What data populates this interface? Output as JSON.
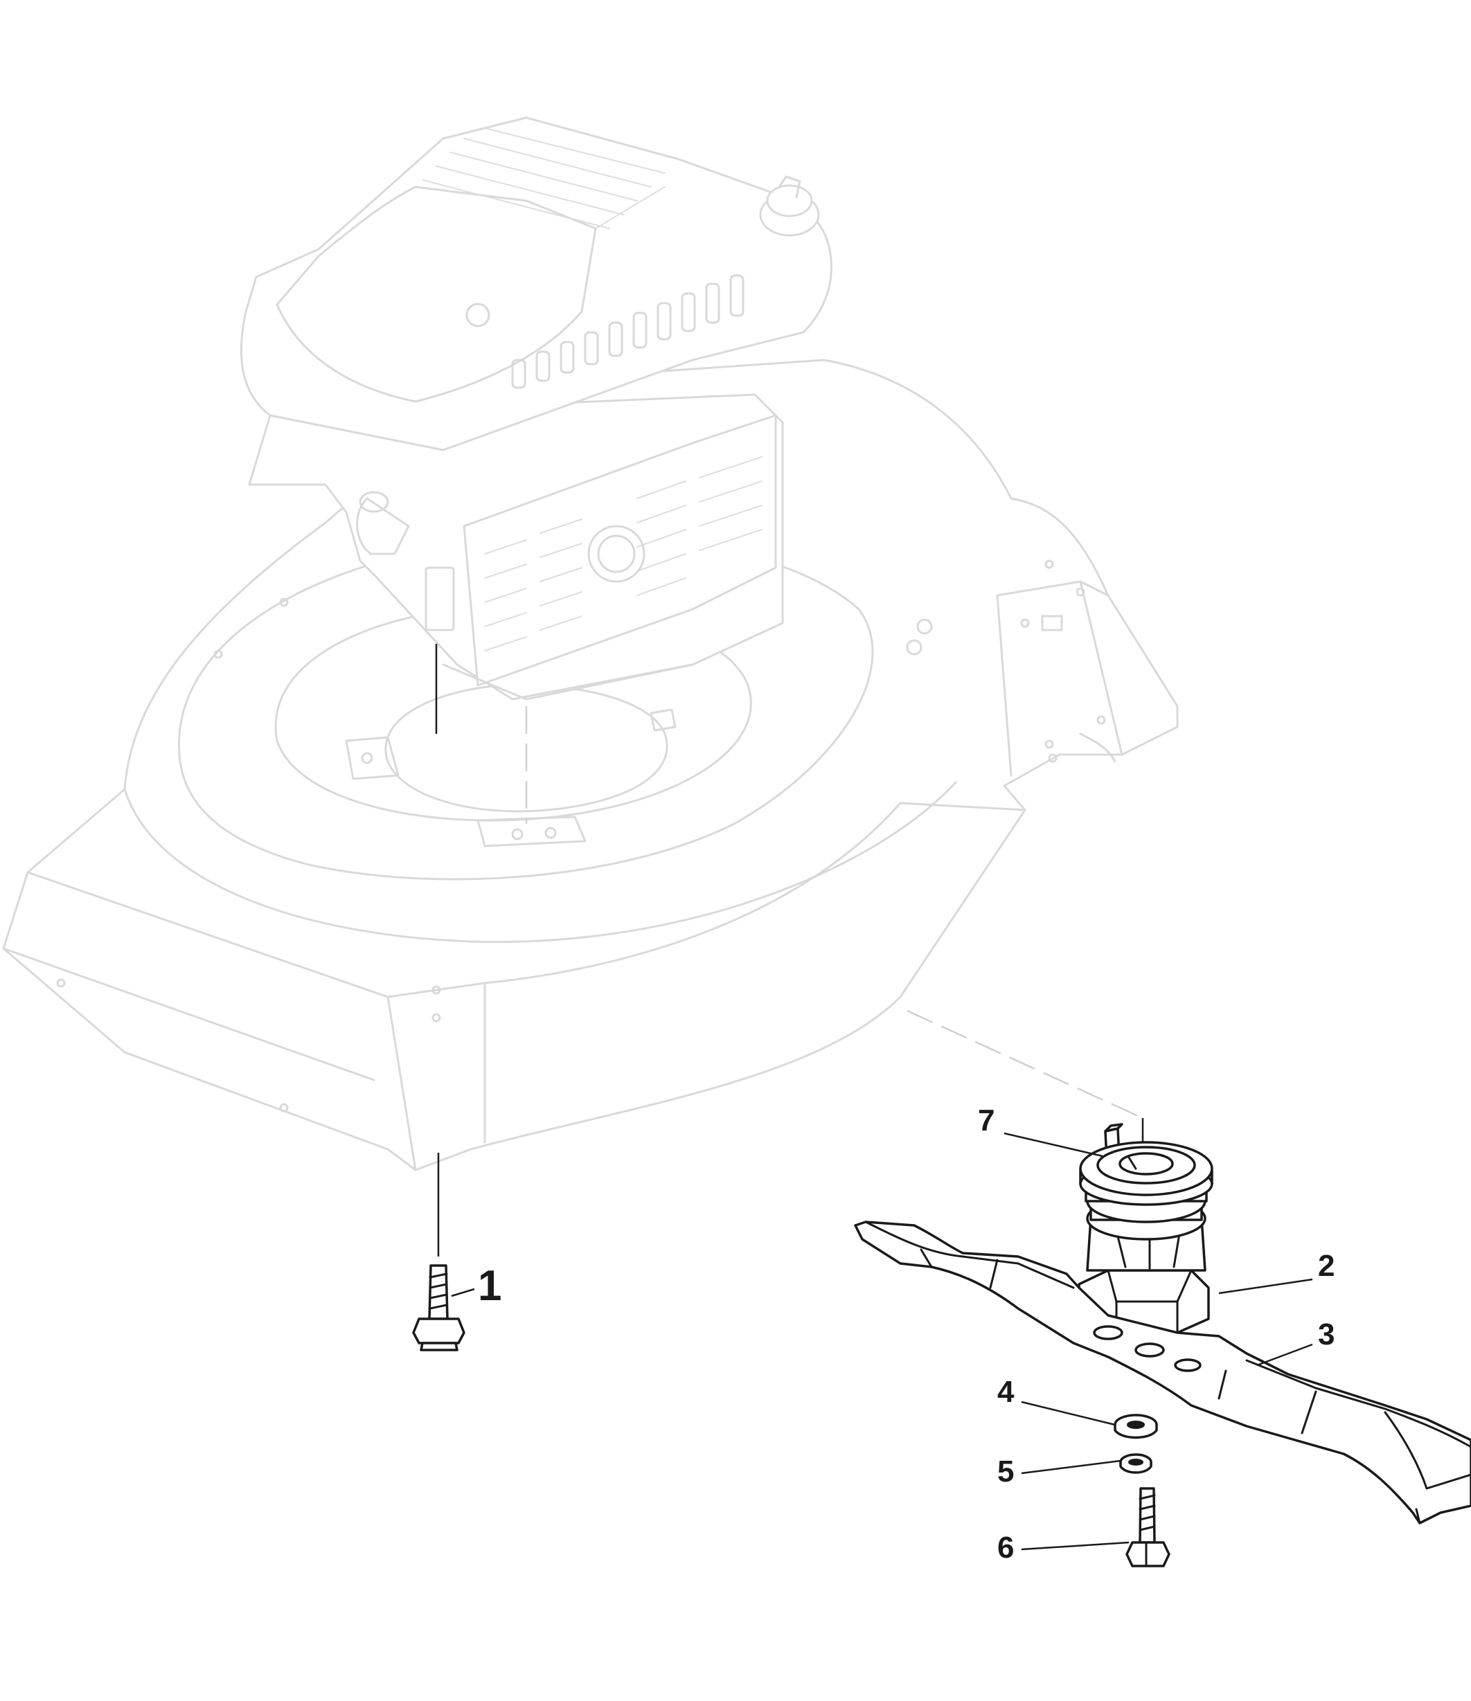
{
  "diagram": {
    "callouts": [
      {
        "id": "1",
        "label": "1"
      },
      {
        "id": "2",
        "label": "2"
      },
      {
        "id": "3",
        "label": "3"
      },
      {
        "id": "4",
        "label": "4"
      },
      {
        "id": "5",
        "label": "5"
      },
      {
        "id": "6",
        "label": "6"
      },
      {
        "id": "7",
        "label": "7"
      }
    ],
    "colors": {
      "ink": "#1a1a1a",
      "ghost": "#d9d9d9",
      "background": "#ffffff"
    }
  }
}
